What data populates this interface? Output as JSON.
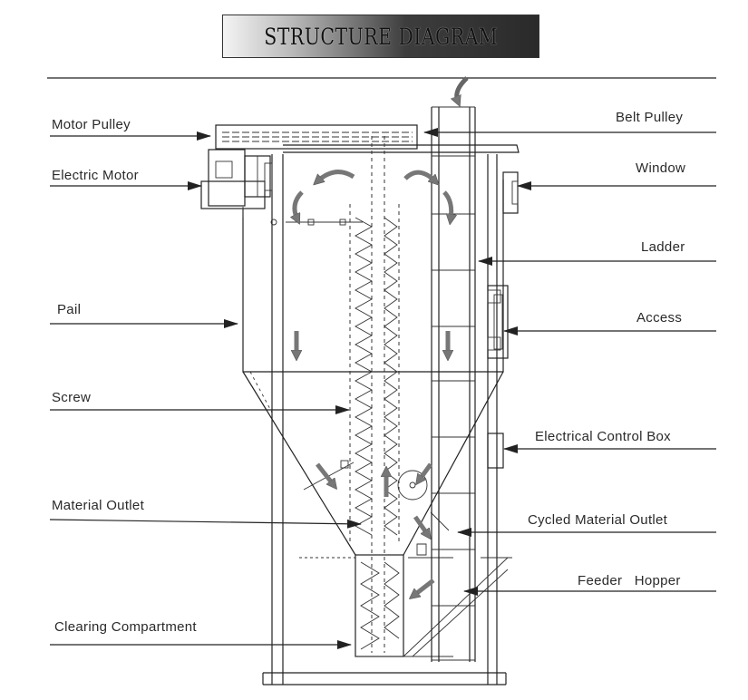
{
  "title": "STRUCTURE DIAGRAM",
  "labels": {
    "motor_pulley": "Motor Pulley",
    "electric_motor": "Electric Motor",
    "pail": "Pail",
    "screw": "Screw",
    "material_outlet": "Material Outlet",
    "clearing_compartment": "Clearing Compartment",
    "belt_pulley": "Belt Pulley",
    "window": "Window",
    "ladder": "Ladder",
    "access": "Access",
    "electrical_control_box": "Electrical Control Box",
    "cycled_material_outlet": "Cycled Material Outlet",
    "feeder_hopper": "Feeder   Hopper"
  },
  "colors": {
    "line": "#222222",
    "banner_dark": "#2a2a2a",
    "flow_arrow": "#777777"
  }
}
